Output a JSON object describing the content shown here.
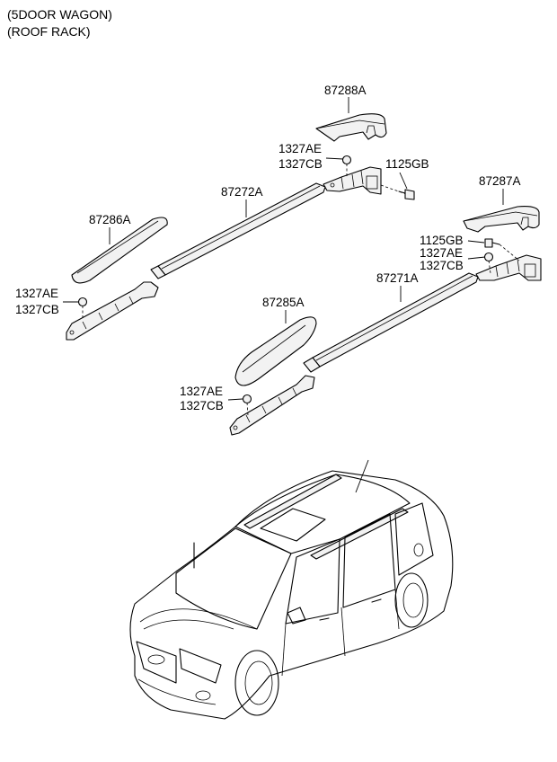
{
  "header": {
    "line1": "(5DOOR WAGON)",
    "line2": "(ROOF RACK)"
  },
  "labels": {
    "p87288A": "87288A",
    "p1327AE_top": "1327AE",
    "p1327CB_top": "1327CB",
    "p1125GB_top": "1125GB",
    "p87272A": "87272A",
    "p87286A": "87286A",
    "p87287A": "87287A",
    "p1125GB_right": "1125GB",
    "p1327AE_right": "1327AE",
    "p1327CB_right": "1327CB",
    "p87271A": "87271A",
    "p1327AE_left": "1327AE",
    "p1327CB_left": "1327CB",
    "p87285A": "87285A",
    "p1327AE_mid": "1327AE",
    "p1327CB_mid": "1327CB"
  }
}
